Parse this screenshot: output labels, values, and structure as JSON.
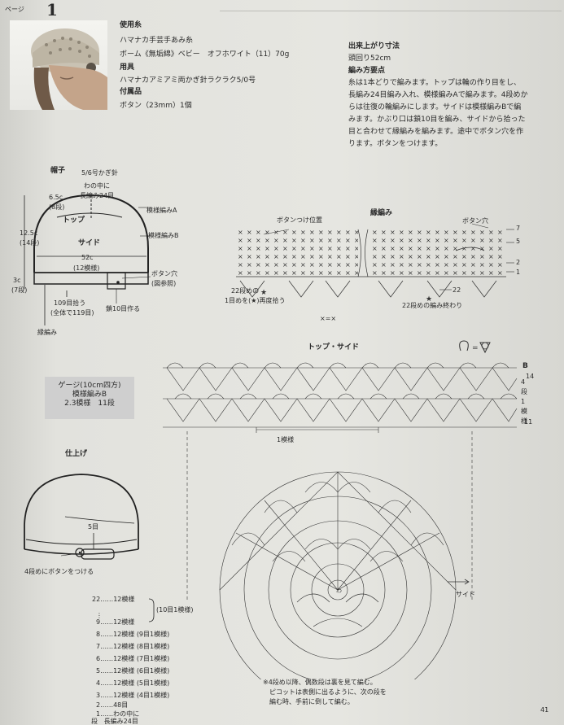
{
  "header": {
    "page_label": "ページ",
    "pattern_number": "1"
  },
  "materials": {
    "yarn_heading": "使用糸",
    "yarn_line1": "ハマナカ手芸手あみ糸",
    "yarn_line2": "ボーム《無垢綿》ベビー　オフホワイト（11）70g",
    "tools_heading": "用具",
    "tools_line": "ハマナカアミアミ両かぎ針ラクラク5/0号",
    "notions_heading": "付属品",
    "notions_line": "ボタン（23mm）1個"
  },
  "finished": {
    "heading": "出来上がり寸法",
    "size": "頭回り52cm",
    "method_heading": "編み方要点",
    "method_lines": [
      "糸は1本どりで編みます。トップは輪の作り目をし、",
      "長編み24目編み入れ、模様編みAで編みます。4段めか",
      "らは往復の輪編みにします。サイドは模様編みBで編",
      "みます。かぶり口は鎖10目を編み、サイドから拾った",
      "目と合わせて縁編みを編みます。途中でボタン穴を作",
      "ります。ボタンをつけます。"
    ]
  },
  "hat_diagram": {
    "title": "帽子",
    "hook": "5/6号かぎ針",
    "ring1": "わの中に",
    "ring2": "長編み24目",
    "top_w1": "6.5c",
    "top_w2": "(8段)",
    "top": "トップ",
    "pattern_a": "模様編みA",
    "side_h1": "12.5c",
    "side_h2": "(14段)",
    "side": "サイド",
    "pattern_b": "模様編みB",
    "circ": "52c",
    "circ_rep": "(12模様)",
    "button_hole1": "ボタン穴",
    "button_hole2": "(図参照)",
    "edge_h1": "3c",
    "edge_h2": "(7段)",
    "pickup1": "109目拾う",
    "pickup2": "(全体で119目)",
    "chain10": "鎖10目作る",
    "edging": "縁編み"
  },
  "gauge": {
    "line1": "ゲージ(10cm四方)",
    "line2": "模様編みB",
    "line3": "2.3模様　11段"
  },
  "finishing": {
    "title": "仕上げ",
    "row5": "5目",
    "button_note": "4段めにボタンをつける"
  },
  "counts": {
    "rows": [
      {
        "no": "22",
        "text": "……12模様"
      },
      {
        "no": "9",
        "text": "……12模様"
      },
      {
        "no": "8",
        "text": "……12模様 (9目1模様)"
      },
      {
        "no": "7",
        "text": "……12模様 (8目1模様)"
      },
      {
        "no": "6",
        "text": "……12模様 (7目1模様)"
      },
      {
        "no": "5",
        "text": "……12模様 (6目1模様)"
      },
      {
        "no": "4",
        "text": "……12模様 (5目1模様)"
      },
      {
        "no": "3",
        "text": "……12模様 (4目1模様)"
      },
      {
        "no": "2",
        "text": "……48目"
      },
      {
        "no": "1",
        "text": "……わの中に"
      },
      {
        "no": "段",
        "text": "長編み24目"
      }
    ],
    "group_note": "(10目1模様)"
  },
  "edging_chart": {
    "title": "縁編み",
    "button_pos": "ボタンつけ位置",
    "button_hole": "ボタン穴",
    "row_labels": [
      "7",
      "5",
      "2",
      "1"
    ],
    "row22_left1": "22段めの",
    "row22_left2": "1目めを(★)再度拾う",
    "row22_right": "22段めの編み終わり",
    "row22_mark": "22",
    "legend": "×=×"
  },
  "top_side_chart": {
    "title": "トップ・サイド",
    "b_label": "B",
    "b_rows": "4段1模様",
    "row14": "14",
    "row11": "11",
    "one_rep": "1模様",
    "side_label": "サイド"
  },
  "notes": {
    "line1": "※4段め以降、偶数段は裏を見て編む。",
    "line2": "ピコットは表側に出るように、次の段を",
    "line3": "編む時、手前に倒して編む。"
  },
  "page_number": "41"
}
